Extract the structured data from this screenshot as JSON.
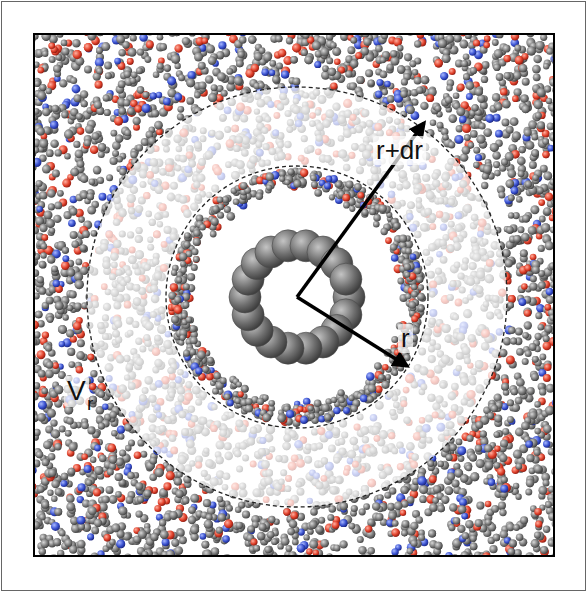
{
  "diagram": {
    "labels": [
      "r+dr",
      "r",
      "V",
      "r"
    ]
  }
}
